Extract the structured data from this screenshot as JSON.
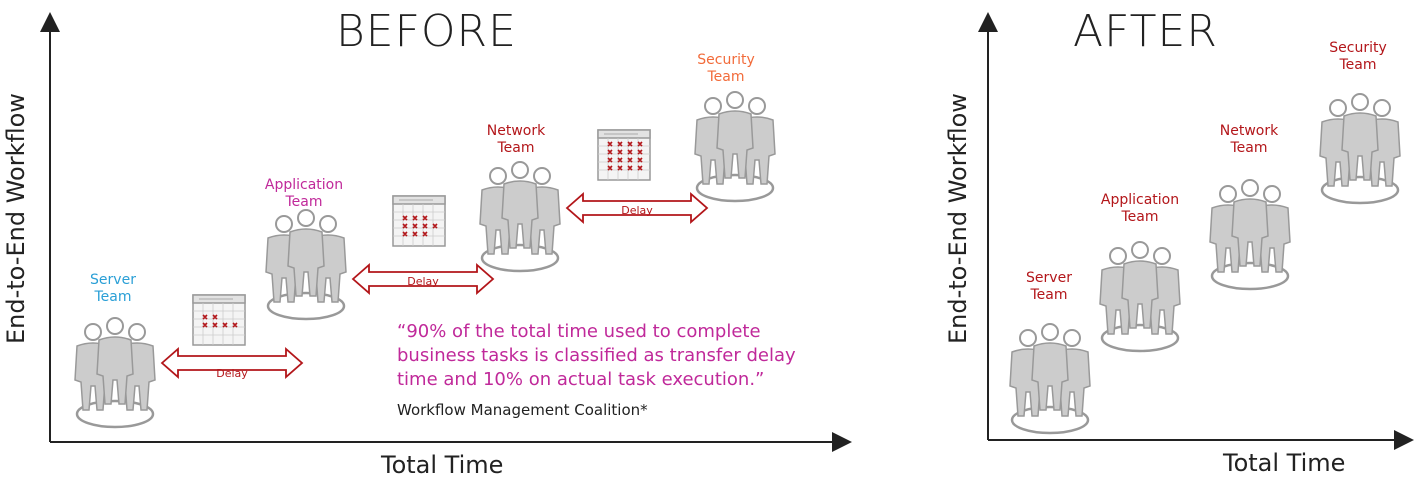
{
  "before": {
    "title": "BEFORE",
    "xlabel": "Total Time",
    "ylabel": "End-to-End Workflow",
    "teams": [
      {
        "line1": "Server",
        "line2": "Team",
        "color": "#2a9fd6"
      },
      {
        "line1": "Application",
        "line2": "Team",
        "color": "#c0299a"
      },
      {
        "line1": "Network",
        "line2": "Team",
        "color": "#b3161a"
      },
      {
        "line1": "Security",
        "line2": "Team",
        "color": "#f26b3a"
      }
    ],
    "delay_label": "Delay",
    "quote": "“90% of the total time used to complete business tasks is classified as transfer delay time and 10% on actual task execution.”",
    "quote_source": "Workflow Management Coalition*"
  },
  "after": {
    "title": "AFTER",
    "xlabel": "Total Time",
    "ylabel": "End-to-End Workflow",
    "teams": [
      {
        "line1": "Server",
        "line2": "Team",
        "color": "#b3161a"
      },
      {
        "line1": "Application",
        "line2": "Team",
        "color": "#b3161a"
      },
      {
        "line1": "Network",
        "line2": "Team",
        "color": "#b3161a"
      },
      {
        "line1": "Security",
        "line2": "Team",
        "color": "#b3161a"
      }
    ]
  }
}
